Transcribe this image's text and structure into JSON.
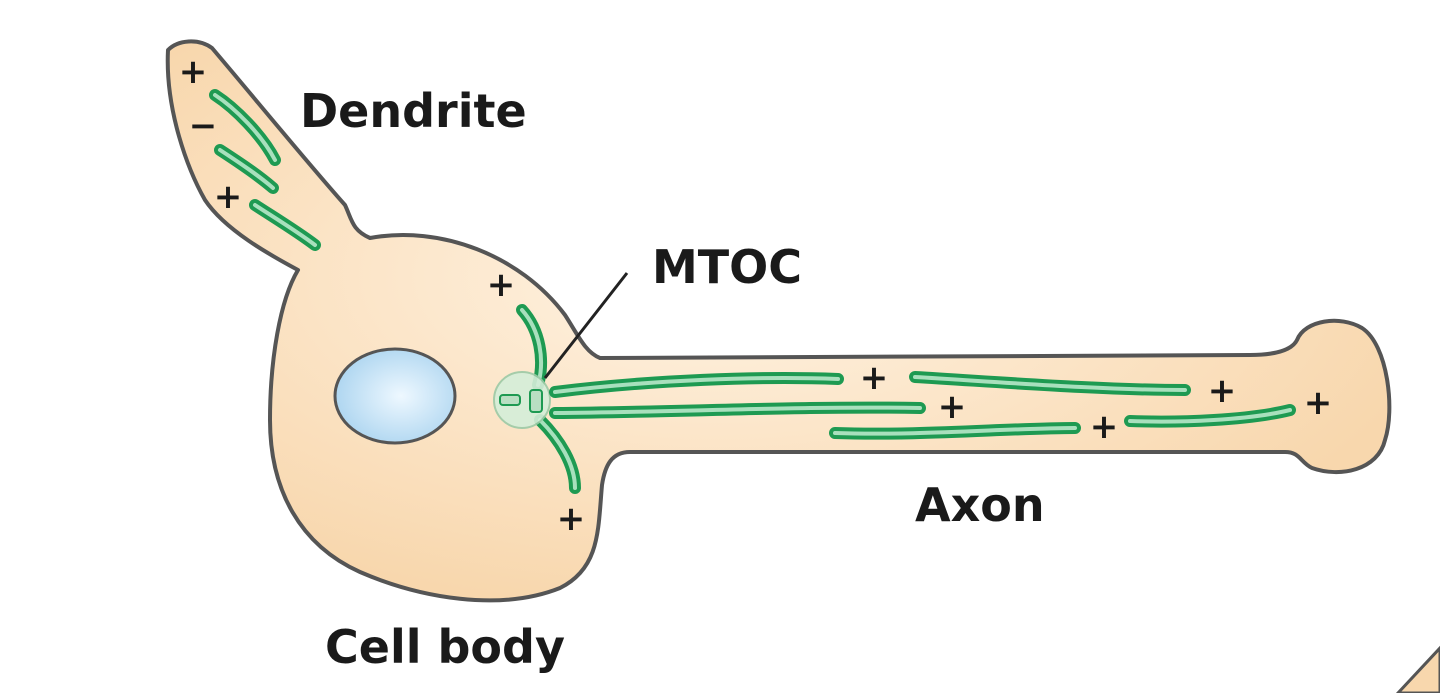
{
  "labels": {
    "dendrite": "Dendrite",
    "mtoc": "MTOC",
    "axon": "Axon",
    "cell_body": "Cell body"
  },
  "signs": {
    "plus": "+",
    "minus": "−"
  },
  "colors": {
    "cytoplasm": "#f8d7ad",
    "cytoplasm_center": "#fff3e3",
    "outline": "#555555",
    "nucleus": "#a9d3ef",
    "nucleus_center": "#eef8ff",
    "microtubule": "#1e9a52",
    "microtubule_highlight": "#a8e0bd",
    "mtoc_fill": "#d5eed9"
  }
}
